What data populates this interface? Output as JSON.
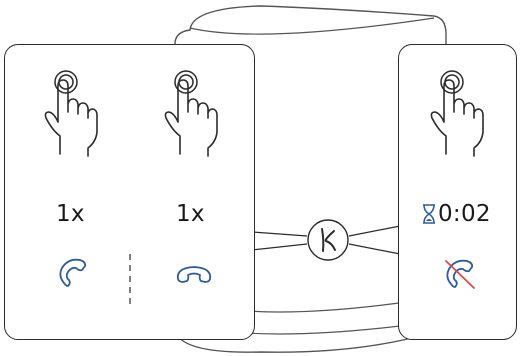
{
  "panels": {
    "left": {
      "columns": [
        {
          "press_count": "1x",
          "action_icon": "phone-answer-icon"
        },
        {
          "press_count": "1x",
          "action_icon": "phone-hangup-icon"
        }
      ]
    },
    "right": {
      "hold_time": "0:02",
      "timer_icon": "hourglass-icon",
      "action_icon": "phone-cancel-icon"
    }
  },
  "device": {
    "logo_icon": "k-logo-icon"
  },
  "colors": {
    "outline": "#2b2b2b",
    "accent_blue": "#2c5d9b",
    "cancel_red": "#d94a4a"
  }
}
